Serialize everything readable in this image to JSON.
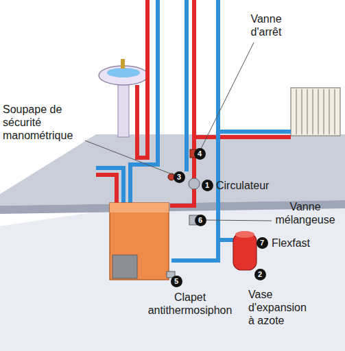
{
  "diagram": {
    "nodes": [
      {
        "text": [
          "4"
        ]
      },
      {
        "text": [
          "3"
        ]
      },
      {
        "text": [
          "1"
        ]
      },
      {
        "text": [
          "6"
        ]
      },
      {
        "text": [
          "7"
        ]
      },
      {
        "text": [
          "2"
        ]
      },
      {
        "text": [
          "5"
        ]
      }
    ],
    "labels": [
      "Vanne d'arrêt",
      "Soupape de sécurité manométrique",
      "Circulateur",
      "Vanne mélangeuse",
      "Flexfast",
      "Vase d'expansion à azote",
      "Clapet antithermosiphon"
    ]
  }
}
